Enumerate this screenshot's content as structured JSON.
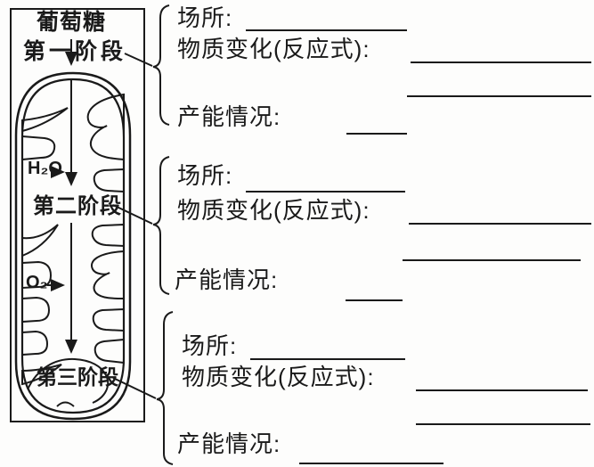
{
  "colors": {
    "ink": "#1a1a1a",
    "paper": "#fdfdfc"
  },
  "figure": {
    "glucose_label": "葡萄糖",
    "stage1_label": "第一阶段",
    "stage2_label": "第二阶段",
    "stage3_label": "第三阶段",
    "h2o_label": "H₂O",
    "o2_label": "O₂"
  },
  "sections": [
    {
      "location_label": "场所:",
      "location_value": "",
      "reaction_label": "物质变化(反应式):",
      "reaction_value_line1": "",
      "reaction_value_line2": "",
      "energy_label": "产能情况:",
      "energy_value": ""
    },
    {
      "location_label": "场所:",
      "location_value": "",
      "reaction_label": "物质变化(反应式):",
      "reaction_value_line1": "",
      "reaction_value_line2": "",
      "energy_label": "产能情况:",
      "energy_value": ""
    },
    {
      "location_label": "场所:",
      "location_value": "",
      "reaction_label": "物质变化(反应式):",
      "reaction_value_line1": "",
      "reaction_value_line2": "",
      "energy_label": "产能情况:",
      "energy_value": ""
    }
  ]
}
